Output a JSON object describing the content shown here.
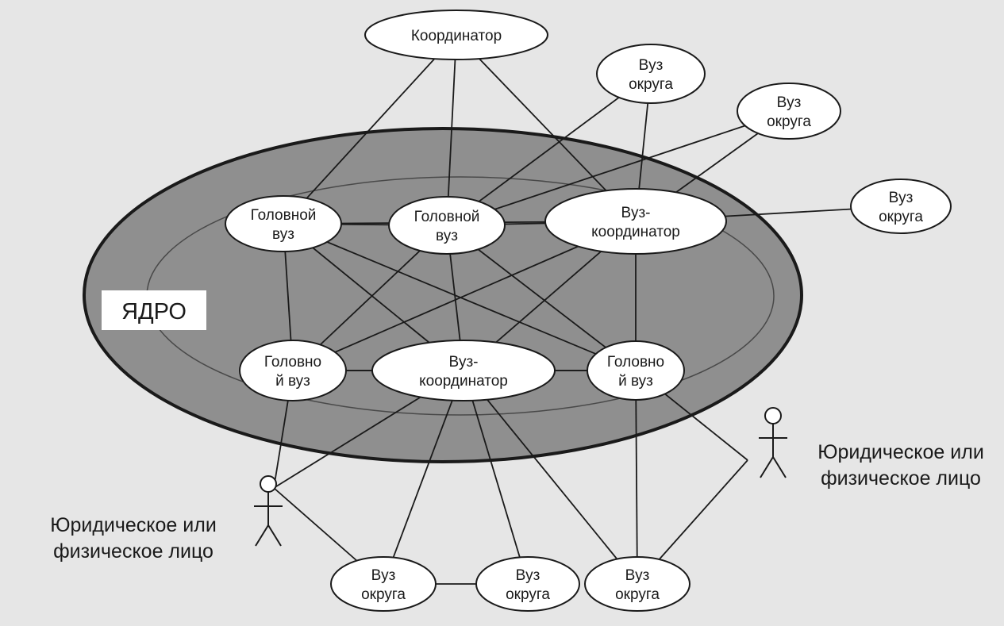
{
  "core": {
    "label": "ЯДРО"
  },
  "nodes": {
    "coordinator": [
      "Координатор"
    ],
    "district_a": [
      "Вуз",
      "округа"
    ],
    "district_b": [
      "Вуз",
      "округа"
    ],
    "district_c": [
      "Вуз",
      "округа"
    ],
    "head_1": [
      "Головной",
      "вуз"
    ],
    "head_2": [
      "Головной",
      "вуз"
    ],
    "uni_coord_1": [
      "Вуз-",
      "координатор"
    ],
    "head_3": [
      "Головно",
      "й вуз"
    ],
    "uni_coord_2": [
      "Вуз-",
      "координатор"
    ],
    "head_4": [
      "Головно",
      "й вуз"
    ],
    "district_d": [
      "Вуз",
      "округа"
    ],
    "district_e": [
      "Вуз",
      "округа"
    ],
    "district_f": [
      "Вуз",
      "округа"
    ]
  },
  "actors": {
    "left": [
      "Юридическое или",
      "физическое лицо"
    ],
    "right": [
      "Юридическое или",
      "физическое лицо"
    ]
  },
  "connections": [
    [
      "coordinator",
      "head_1"
    ],
    [
      "coordinator",
      "head_2"
    ],
    [
      "coordinator",
      "uni_coord_1"
    ],
    [
      "district_a",
      "head_2"
    ],
    [
      "district_a",
      "uni_coord_1"
    ],
    [
      "district_b",
      "uni_coord_1"
    ],
    [
      "district_b",
      "head_2"
    ],
    [
      "district_c",
      "uni_coord_1"
    ],
    [
      "head_1",
      "head_2"
    ],
    [
      "head_2",
      "uni_coord_1"
    ],
    [
      "head_1",
      "uni_coord_1"
    ],
    [
      "head_1",
      "head_3"
    ],
    [
      "head_1",
      "uni_coord_2"
    ],
    [
      "head_1",
      "head_4"
    ],
    [
      "head_2",
      "head_3"
    ],
    [
      "head_2",
      "uni_coord_2"
    ],
    [
      "head_2",
      "head_4"
    ],
    [
      "uni_coord_1",
      "head_3"
    ],
    [
      "uni_coord_1",
      "uni_coord_2"
    ],
    [
      "uni_coord_1",
      "head_4"
    ],
    [
      "head_3",
      "uni_coord_2"
    ],
    [
      "uni_coord_2",
      "head_4"
    ],
    [
      "head_3",
      "head_4"
    ],
    [
      "head_3",
      "actor_left"
    ],
    [
      "uni_coord_2",
      "actor_left"
    ],
    [
      "uni_coord_2",
      "district_d"
    ],
    [
      "uni_coord_2",
      "district_e"
    ],
    [
      "uni_coord_2",
      "district_f"
    ],
    [
      "head_4",
      "district_f"
    ],
    [
      "head_4",
      "actor_right"
    ],
    [
      "actor_left",
      "district_d"
    ],
    [
      "district_d",
      "district_e"
    ],
    [
      "actor_right",
      "district_f"
    ]
  ],
  "colors": {
    "background": "#e6e6e6",
    "core_fill": "#8f8f8f",
    "node_fill": "#ffffff",
    "stroke": "#1a1a1a"
  }
}
